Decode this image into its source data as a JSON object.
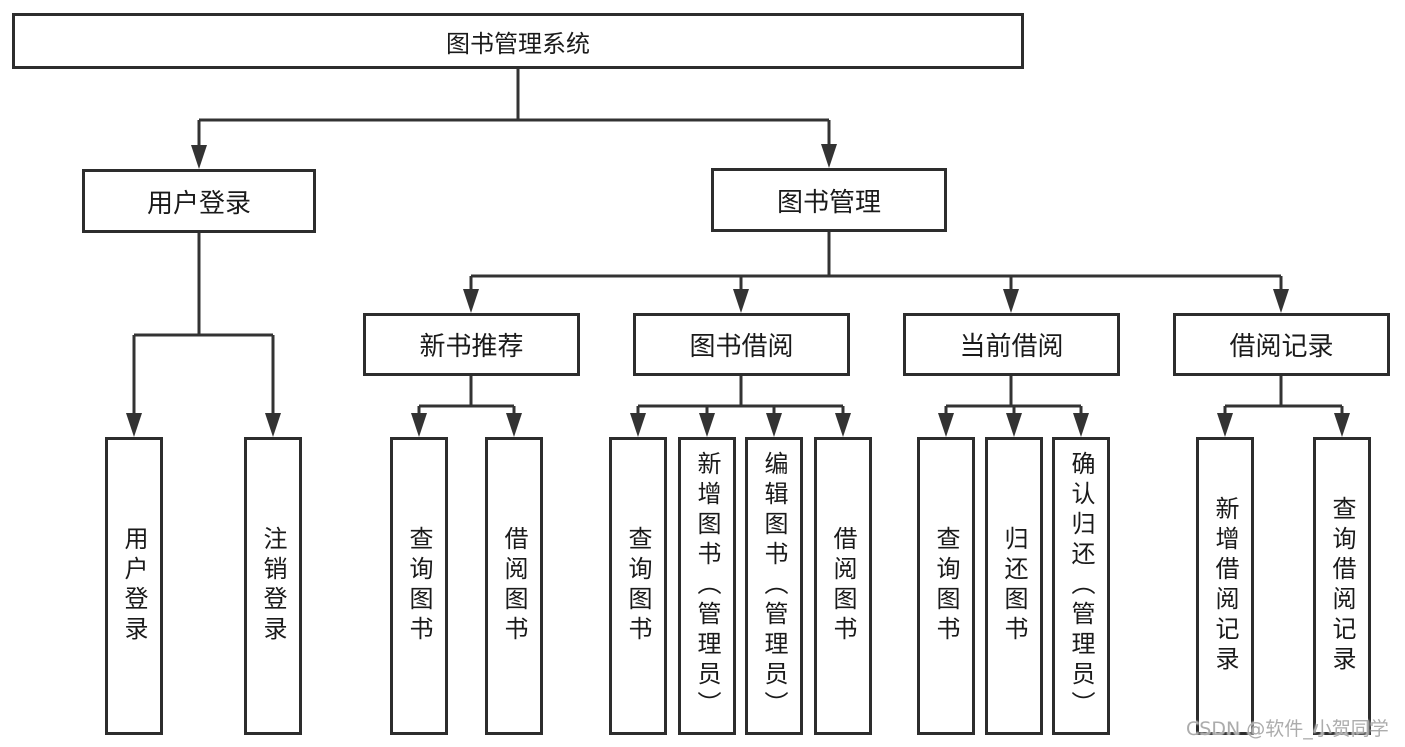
{
  "tree": {
    "root": {
      "label": "图书管理系统"
    },
    "user_branch": {
      "label": "用户登录",
      "children": [
        {
          "label": "用户登录"
        },
        {
          "label": "注销登录"
        }
      ]
    },
    "book_branch": {
      "label": "图书管理",
      "groups": [
        {
          "label": "新书推荐",
          "children": [
            {
              "label": "查询图书"
            },
            {
              "label": "借阅图书"
            }
          ]
        },
        {
          "label": "图书借阅",
          "children": [
            {
              "label": "查询图书"
            },
            {
              "label": "新增图书（管理员）"
            },
            {
              "label": "编辑图书（管理员）"
            },
            {
              "label": "借阅图书"
            }
          ]
        },
        {
          "label": "当前借阅",
          "children": [
            {
              "label": "查询图书"
            },
            {
              "label": "归还图书"
            },
            {
              "label": "确认归还（管理员）"
            }
          ]
        },
        {
          "label": "借阅记录",
          "children": [
            {
              "label": "新增借阅记录"
            },
            {
              "label": "查询借阅记录"
            }
          ]
        }
      ]
    }
  },
  "watermark": "CSDN @软件_小贺同学",
  "colors": {
    "background": "#ffffff",
    "line": "#333333",
    "box_border": "#2d2d2d",
    "text": "#1a1a1a",
    "watermark": "#a8a8a8"
  }
}
